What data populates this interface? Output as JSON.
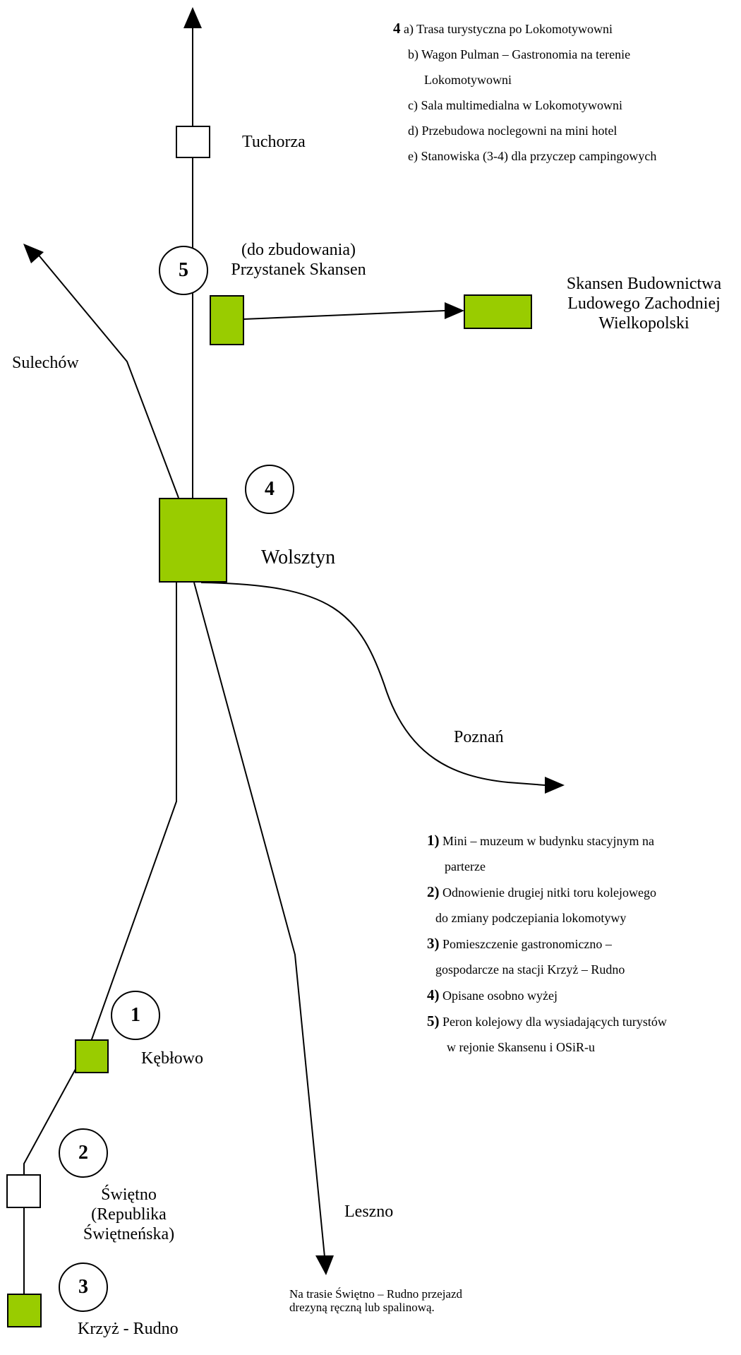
{
  "labels": {
    "tuchorza": "Tuchorza",
    "skansen_stop_line1": "(do zbudowania)",
    "skansen_stop_line2": "Przystanek Skansen",
    "skansen_line1": "Skansen Budownictwa",
    "skansen_line2": "Ludowego Zachodniej",
    "skansen_line3": "Wielkopolski",
    "sulechow": "Sulechów",
    "wolsztyn": "Wolsztyn",
    "poznan": "Poznań",
    "keblowo": "Kębłowo",
    "swietno_line1": "Świętno",
    "swietno_line2": "(Republika",
    "swietno_line3": "Świętneńska)",
    "krzyz": "Krzyż - Rudno",
    "leszno": "Leszno",
    "bottom_note": "Na trasie Świętno – Rudno przejazd drezyną ręczną lub spalinową."
  },
  "markers": {
    "m1": "1",
    "m2": "2",
    "m3": "3",
    "m4": "4",
    "m5": "5"
  },
  "top_notes": {
    "number": "4",
    "a": "a) Trasa turystyczna po Lokomotywowni",
    "b1": "b) Wagon Pulman – Gastronomia na terenie",
    "b2": "Lokomotywowni",
    "c": "c) Sala multimedialna w Lokomotywowni",
    "d": "d) Przebudowa noclegowni na mini hotel",
    "e": "e) Stanowiska (3-4) dla przyczep campingowych"
  },
  "bottom_notes": {
    "n1_num": "1)",
    "n1_l1": "Mini – muzeum w budynku stacyjnym na",
    "n1_l2": "parterze",
    "n2_num": "2)",
    "n2_l1": "Odnowienie drugiej nitki toru kolejowego",
    "n2_l2": "do zmiany podczepiania lokomotywy",
    "n3_num": "3)",
    "n3_l1": "Pomieszczenie gastronomiczno –",
    "n3_l2": "gospodarcze na stacji Krzyż – Rudno",
    "n4_num": "4)",
    "n4_l1": "Opisane osobno wyżej",
    "n5_num": "5)",
    "n5_l1": "Peron kolejowy dla wysiadających turystów",
    "n5_l2": "w rejonie Skansenu i OSiR-u"
  },
  "colors": {
    "station_green": "#99cc00",
    "line": "#000000"
  }
}
